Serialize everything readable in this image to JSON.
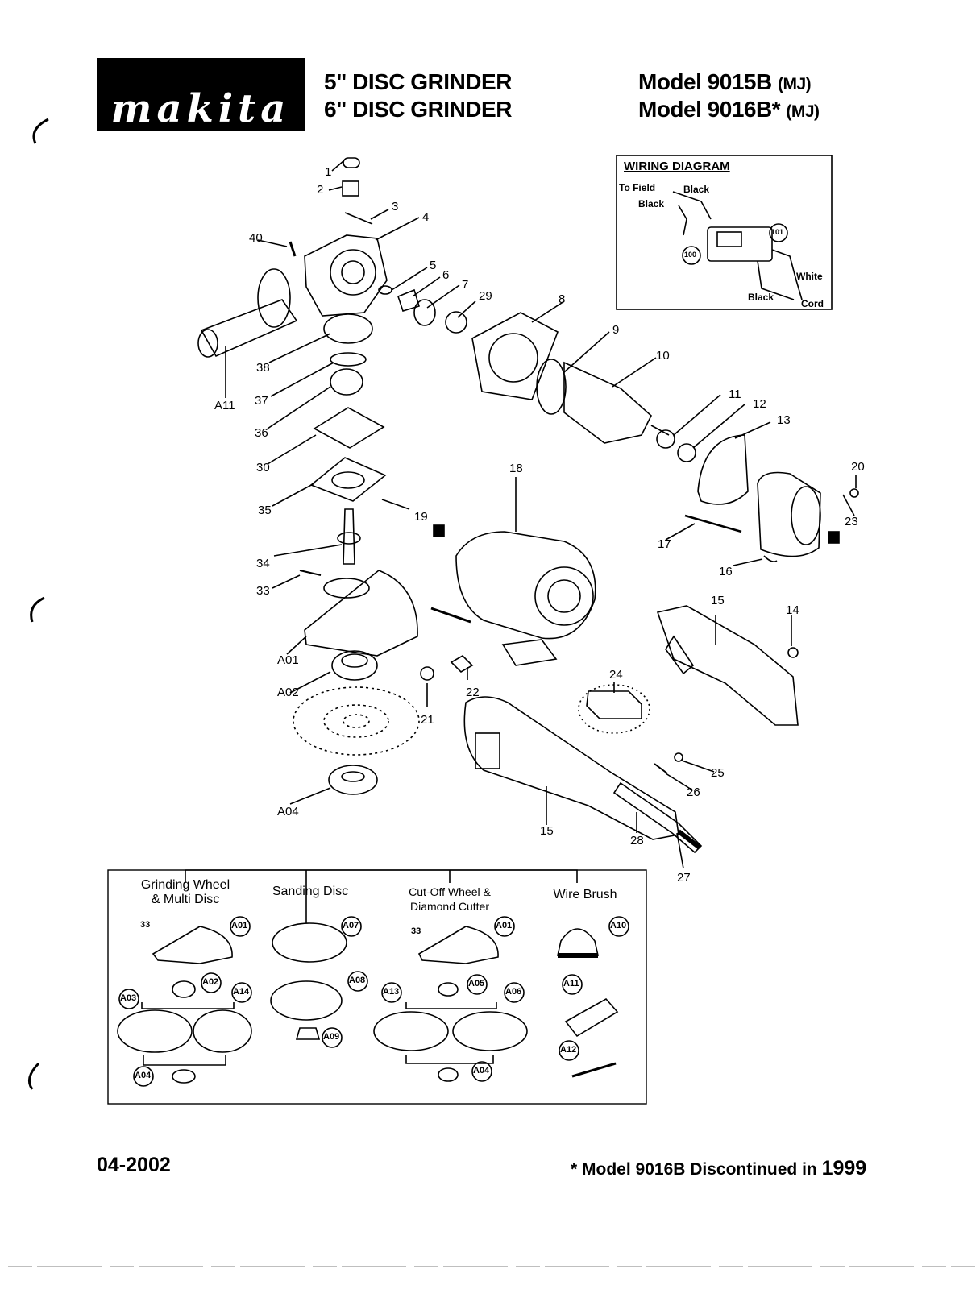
{
  "header": {
    "brand": "makita",
    "titles": [
      "5\" DISC GRINDER",
      "6\" DISC GRINDER"
    ],
    "models": [
      {
        "label": "Model",
        "number": "9015B",
        "suffix": "(MJ)"
      },
      {
        "label": "Model",
        "number": "9016B*",
        "suffix": "(MJ)"
      }
    ]
  },
  "wiring": {
    "title": "WIRING DIAGRAM",
    "labels": [
      "To Field",
      "Black",
      "Black",
      "White",
      "Black",
      "Cord"
    ],
    "terminals": [
      "101",
      "100"
    ]
  },
  "callouts": [
    "1",
    "2",
    "3",
    "4",
    "40",
    "5",
    "6",
    "7",
    "29",
    "8",
    "9",
    "10",
    "38",
    "A11",
    "37",
    "36",
    "11",
    "12",
    "13",
    "30",
    "18",
    "20",
    "35",
    "19",
    "23",
    "34",
    "17",
    "16",
    "33",
    "15",
    "14",
    "A01",
    "22",
    "24",
    "A02",
    "21",
    "25",
    "26",
    "A04",
    "15",
    "28",
    "27"
  ],
  "accessories": {
    "groups": [
      {
        "title_lines": [
          "Grinding Wheel",
          "& Multi Disc"
        ]
      },
      {
        "title_lines": [
          "Sanding Disc"
        ]
      },
      {
        "title_lines": [
          "Cut-Off Wheel &",
          "Diamond Cutter"
        ]
      },
      {
        "title_lines": [
          "Wire Brush"
        ]
      }
    ],
    "part_codes": [
      "A01",
      "A02",
      "A03",
      "A14",
      "A04",
      "A07",
      "A08",
      "A09",
      "A01",
      "A13",
      "A05",
      "A06",
      "A04",
      "A10",
      "A11",
      "A12"
    ],
    "screw_labels": [
      "33",
      "33"
    ]
  },
  "footer": {
    "date": "04-2002",
    "note_star": "*",
    "note": "Model 9016B Discontinued in",
    "note_year": "1999"
  },
  "colors": {
    "ink": "#000000",
    "paper": "#ffffff"
  }
}
